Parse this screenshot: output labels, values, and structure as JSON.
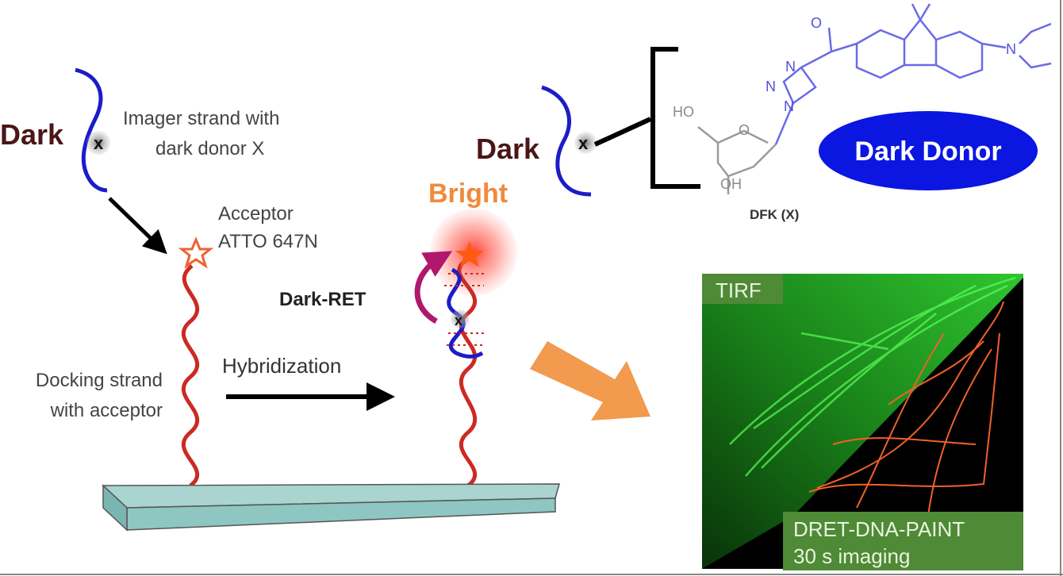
{
  "labels": {
    "dark_left": "Dark",
    "imager_line1": "Imager strand with",
    "imager_line2": "dark donor X",
    "acceptor_line1": "Acceptor",
    "acceptor_line2": "ATTO 647N",
    "bright": "Bright",
    "dark_ret": "Dark-RET",
    "hybridization": "Hybridization",
    "docking_line1": "Docking strand",
    "docking_line2": "with acceptor",
    "dark_right": "Dark",
    "x_mark": "x",
    "dark_donor": "Dark Donor",
    "dfk": "DFK (X)"
  },
  "chemistry": {
    "ho": "HO",
    "oh": "OH",
    "ring_o": "O",
    "carbonyl_o": "O",
    "n1": "N",
    "n2": "N",
    "n3": "N",
    "amine_n": "N"
  },
  "panel": {
    "tirf": "TIRF",
    "dret_line1": "DRET-DNA-PAINT",
    "dret_line2": "30 s imaging"
  },
  "colors": {
    "dark_text": "#4a1616",
    "strand_blue": "#1c1cc8",
    "strand_red": "#cc2a22",
    "bright": "#f08a3c",
    "dark_donor_fill": "#0b16e0",
    "panel_green": "#4f8a36",
    "slab": "#8ec6c2",
    "orange_arrow": "#f29a4e",
    "magenta": "#b0186e"
  }
}
